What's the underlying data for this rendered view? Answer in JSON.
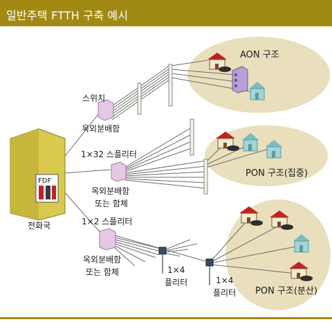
{
  "title": "일반주택 FTTH 구축 예시",
  "labels": {
    "central_office": "전화국",
    "fdf": "FDF",
    "switch": "스위치",
    "outdoor_cabinet_1": "옥외분배함",
    "splitter_1x32": "1×32 스플리터",
    "outdoor_cabinet_2_line1": "옥외분배함",
    "outdoor_cabinet_2_line2": "또는 함체",
    "splitter_1x2": "1×2 스플리터",
    "outdoor_cabinet_3_line1": "옥외분배함",
    "outdoor_cabinet_3_line2": "또는 함체",
    "splitter_1x4_a_line1": "1×4",
    "splitter_1x4_a_line2": "플리터",
    "splitter_1x4_b_line1": "1×4",
    "splitter_1x4_b_line2": "플리터",
    "aon": "AON 구조",
    "pon_concentrated": "PON 구조(집중)",
    "pon_distributed": "PON 구조(분산)"
  },
  "colors": {
    "title_bar": "#a18a14",
    "zone_fill": "#e9dfbd",
    "cabinet": "#e4c8e6",
    "building": "#d9c94e",
    "roof_red": "#c42024",
    "house_blue": "#a3d4d6",
    "fiber_line": "#6c6c6c"
  },
  "icons": [
    "building-icon",
    "cabinet-icon",
    "pole-icon",
    "house-icon",
    "apartment-icon",
    "splitter-icon"
  ]
}
